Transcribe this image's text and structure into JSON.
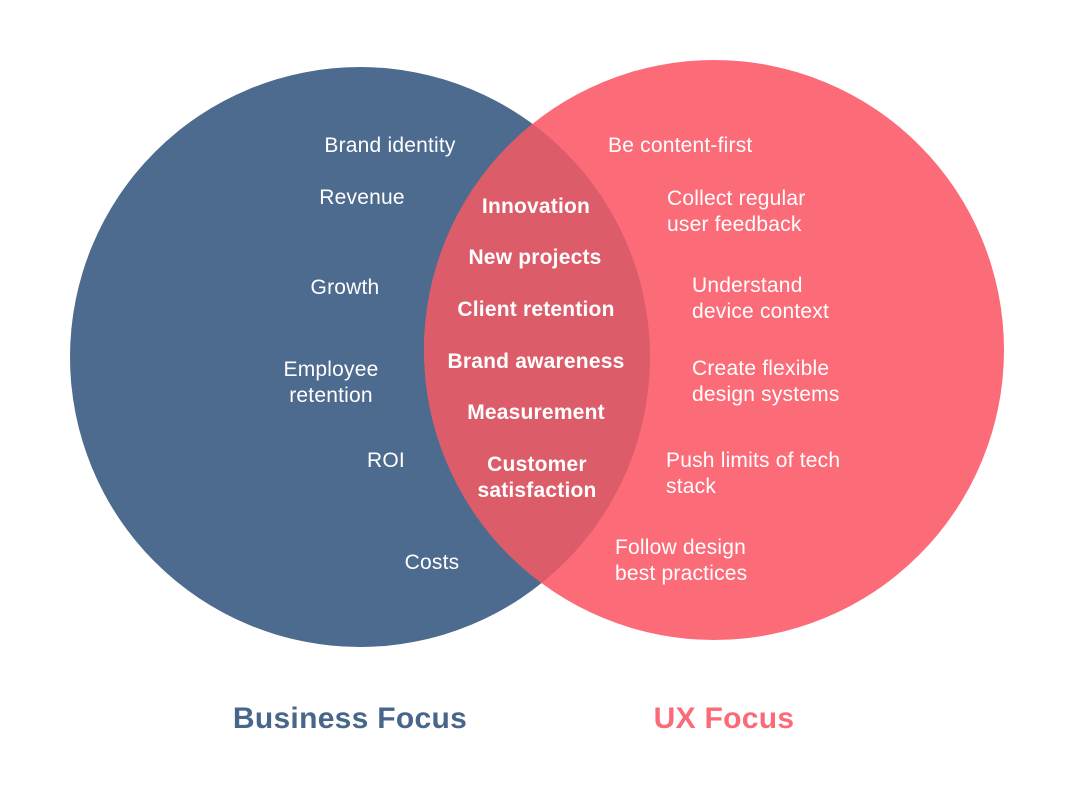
{
  "venn": {
    "left": {
      "label": "Business Focus",
      "items": [
        {
          "text": "Brand identity"
        },
        {
          "text": "Revenue"
        },
        {
          "text": "Growth"
        },
        {
          "text": "Employee\nretention"
        },
        {
          "text": "ROI"
        },
        {
          "text": "Costs"
        }
      ]
    },
    "intersection": {
      "items": [
        {
          "text": "Innovation"
        },
        {
          "text": "New projects"
        },
        {
          "text": "Client retention"
        },
        {
          "text": "Brand awareness"
        },
        {
          "text": "Measurement"
        },
        {
          "text": "Customer\nsatisfaction"
        }
      ]
    },
    "right": {
      "label": "UX Focus",
      "items": [
        {
          "text": "Be content-first"
        },
        {
          "text": "Collect regular\nuser feedback"
        },
        {
          "text": "Understand\ndevice context"
        },
        {
          "text": "Create flexible\ndesign systems"
        },
        {
          "text": "Push limits of tech\nstack"
        },
        {
          "text": "Follow design\nbest practices"
        }
      ]
    },
    "colors": {
      "left_circle": "#4D6A8F",
      "right_circle": "#FC6B78",
      "intersection": "#DC5C69",
      "item_text": "#FFFFFF",
      "left_label": "#47668A",
      "right_label": "#FB6A77",
      "background": "#FFFFFF"
    }
  }
}
